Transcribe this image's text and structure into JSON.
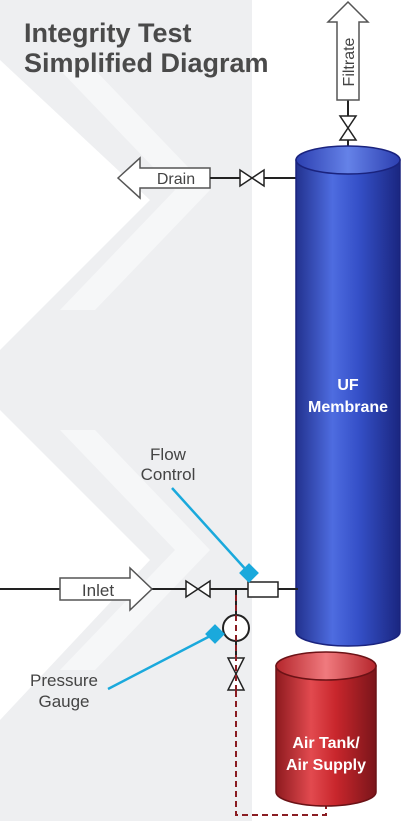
{
  "title": {
    "line1": "Integrity Test",
    "line2": "Simplified Diagram"
  },
  "labels": {
    "filtrate": "Filtrate",
    "drain": "Drain",
    "inlet": "Inlet",
    "membrane_line1": "UF",
    "membrane_line2": "Membrane",
    "flow_control_line1": "Flow",
    "flow_control_line2": "Control",
    "pressure_gauge_line1": "Pressure",
    "pressure_gauge_line2": "Gauge",
    "air_tank_line1": "Air Tank/",
    "air_tank_line2": "Air Supply"
  },
  "colors": {
    "membrane": "#2f4fc8",
    "air_tank": "#c8262c",
    "callout": "#1aa9dc",
    "air_line": "#8a1c22",
    "background_stripe": "#eeeff1"
  }
}
